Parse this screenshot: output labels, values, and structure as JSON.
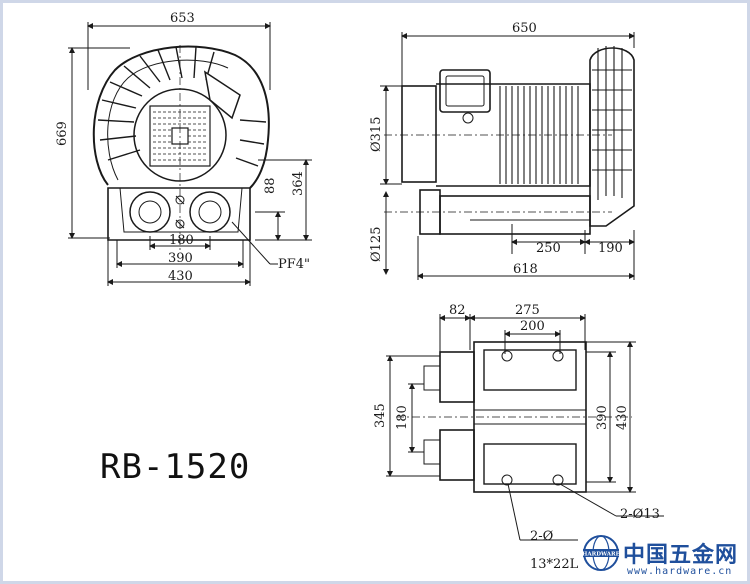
{
  "model": "RB-1520",
  "front_view": {
    "dims": {
      "width_top": "653",
      "height": "669",
      "d88": "88",
      "d364": "364",
      "d180": "180",
      "d390": "390",
      "d430": "430",
      "port": "PF4\""
    }
  },
  "side_view": {
    "dims": {
      "d650": "650",
      "d315": "Ø315",
      "d125": "Ø125",
      "d250": "250",
      "d190": "190",
      "d618": "618"
    }
  },
  "base_view": {
    "dims": {
      "d82": "82",
      "d275": "275",
      "d200": "200",
      "d345": "345",
      "d180": "180",
      "d390": "390",
      "d430": "430",
      "holes_a": "2-Ø13",
      "holes_b": "2-Ø",
      "slot": "13*22L"
    }
  },
  "watermark": {
    "site_name": "中国五金网",
    "url": "www.hardware.cn",
    "globe_text": "HARDWARE"
  },
  "colors": {
    "line": "#1a1a1a",
    "logo": "#1f4f9c",
    "frame": "#cfd7e8"
  }
}
